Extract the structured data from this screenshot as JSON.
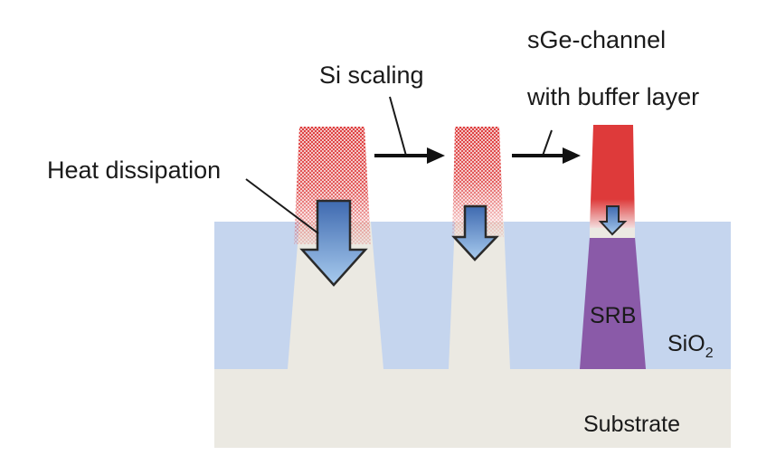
{
  "labels": {
    "si_scaling": "Si scaling",
    "sge_channel_line1": "sGe-channel",
    "sge_channel_line2": "with buffer layer",
    "heat_dissipation": "Heat dissipation",
    "srb": "SRB",
    "sio2_main": "SiO",
    "sio2_sub": "2",
    "substrate": "Substrate"
  },
  "colors": {
    "substrate": "#ebe9e2",
    "oxide": "#c5d5ee",
    "fin_body": "#ebe9e2",
    "channel_red": "#de3a3a",
    "srb_purple": "#8a5aa8",
    "arrow_light": "#9ec3ea",
    "arrow_dark": "#3f6ab0",
    "arrow_outline": "#2a2a2a"
  }
}
